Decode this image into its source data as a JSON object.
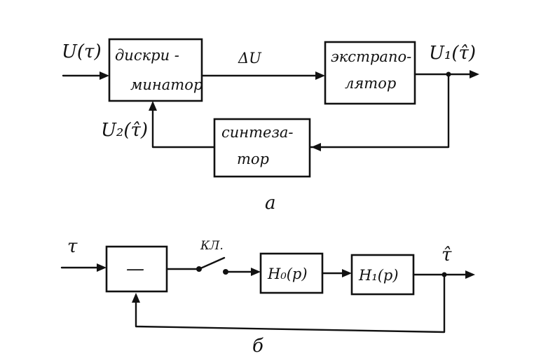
{
  "diagram_a": {
    "caption": "а",
    "input_label": "U(τ)",
    "discriminator": {
      "line1": "дискри -",
      "line2": "минатор"
    },
    "error_label": "ΔU",
    "extrapolator": {
      "line1": "экстрапо-",
      "line2": "лятор"
    },
    "output_label": "U₁(τ̂)",
    "feedback_label": "U₂(τ̂)",
    "synthesizer": {
      "line1": "синтеза-",
      "line2": "тор"
    }
  },
  "diagram_b": {
    "caption": "б",
    "input_label": "τ",
    "comparator_sign": "—",
    "key_label": "КЛ.",
    "block1": "H₀(p)",
    "block2": "H₁(p)",
    "output_label": "τ̂"
  }
}
